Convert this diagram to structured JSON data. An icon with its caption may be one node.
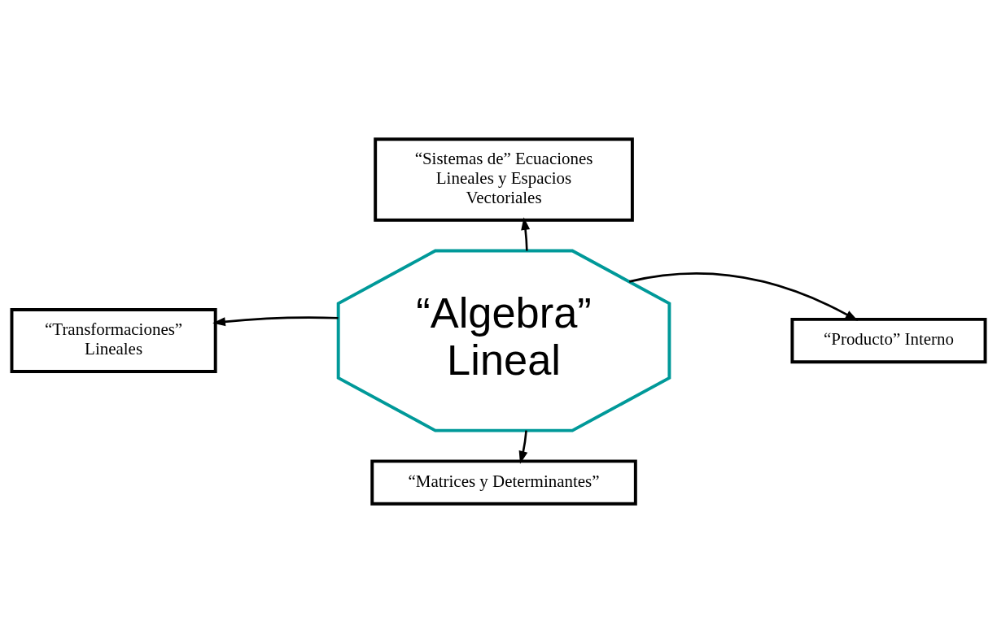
{
  "diagram": {
    "nodes": [
      {
        "text": [
          "“Sistemas de” Ecuaciones Lineales y Espacios Vectoriales"
        ]
      },
      {
        "text": [
          "“Transformaciones” Lineales"
        ]
      },
      {
        "text": [
          "“Algebra” Lineal"
        ]
      },
      {
        "text": [
          "“Producto” Interno"
        ]
      },
      {
        "text": [
          "“Matrices y Determinantes”"
        ]
      }
    ],
    "edges": [
      {
        "from": 2,
        "to": 0,
        "arrow": "to"
      },
      {
        "from": 2,
        "to": 1,
        "arrow": "to"
      },
      {
        "from": 2,
        "to": 3,
        "arrow": "to"
      },
      {
        "from": 2,
        "to": 4,
        "arrow": "to"
      }
    ]
  }
}
